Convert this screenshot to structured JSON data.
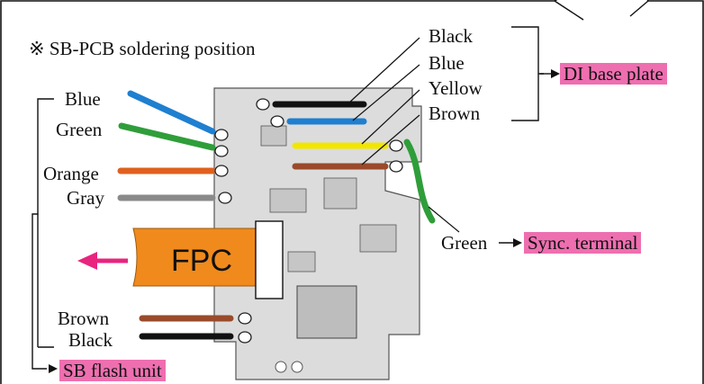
{
  "title": "※ SB-PCB soldering position",
  "left_wires": [
    "Blue",
    "Green",
    "Orange",
    "Gray"
  ],
  "bottom_wires": [
    "Brown",
    "Black"
  ],
  "right_wires": [
    "Black",
    "Blue",
    "Yellow",
    "Brown"
  ],
  "fpc_label": "FPC",
  "destinations": {
    "di_base_plate": "DI base plate",
    "sync_terminal": "Sync. terminal",
    "sb_flash_unit": "SB flash unit",
    "sync_wire": "Green"
  },
  "colors": {
    "highlight": "#ee6fb0",
    "fpc": "#f08a1c",
    "arrow": "#e8247f",
    "blue": "#1f7fd0",
    "green": "#2f9e3a",
    "orange": "#e0601e",
    "gray": "#8a8a8a",
    "brown": "#9a4a2a",
    "black": "#111111",
    "yellow": "#f2e600"
  }
}
